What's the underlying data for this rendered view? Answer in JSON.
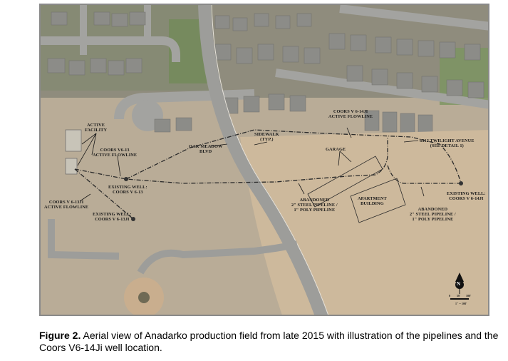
{
  "figure": {
    "number_label": "Figure 2.",
    "caption_text": " Aerial view of Anadarko production field from late 2015 with illustration of the pipelines and the Coors V6-14Ji well location."
  },
  "map_labels": {
    "active_facility": [
      "ACTIVE",
      "FACILITY"
    ],
    "coors_v6_13_flowline": [
      "COORS V6-13",
      "ACTIVE FLOWLINE"
    ],
    "existing_well_6_13": [
      "EXISTING WELL:",
      "COORS V 6-13"
    ],
    "coors_v6_13ji_flowline": [
      "COORS V 6-13JI",
      "ACTIVE FLOWLINE"
    ],
    "existing_well_6_13ji": [
      "EXISTING WELL:",
      "COORS V 6-13JI"
    ],
    "oak_meadow": [
      "OAK MEADOW",
      "BLVD"
    ],
    "sidewalk": [
      "SIDEWALK",
      "(TYP.)"
    ],
    "coors_v6_14ji_flowline": [
      "COORS V 6-14JI",
      "ACTIVE FLOWLINE"
    ],
    "twilight_avenue": [
      "6312 TWILIGHT AVENUE",
      "(SEE DETAIL 1)"
    ],
    "garage": "GARAGE",
    "apartment_building": [
      "APARTMENT",
      "BUILDING"
    ],
    "abandoned_left": [
      "ABANDONED",
      "2\" STEEL PIPELINE /",
      "1\" POLY PIPELINE"
    ],
    "abandoned_right": [
      "ABANDONED",
      "2\" STEEL PIPELINE /",
      "1\" POLY PIPELINE"
    ],
    "existing_well_6_14ji": [
      "EXISTING WELL:",
      "COORS V 6-14JI"
    ]
  },
  "north_arrow": {
    "letter": "N",
    "scale_ticks": [
      "0",
      "50'",
      "100'"
    ],
    "scale_note": "1\" = 100'"
  },
  "colors": {
    "frame_border": "#8a8a8a",
    "bare_ground": "#b9ac97",
    "graded_dirt": "#cdb99c",
    "road": "#9d9d9a",
    "grass": "#6f8a55",
    "roof": "#8c8c88",
    "pipeline": "#2a2a2a"
  }
}
